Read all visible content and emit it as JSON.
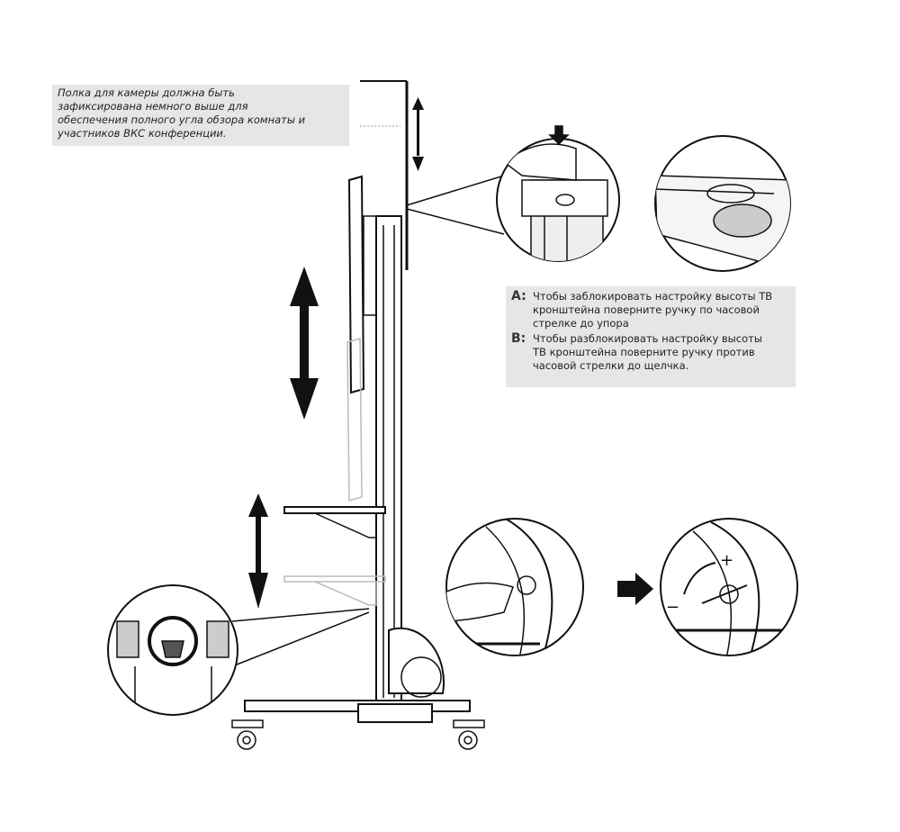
{
  "camera_note": {
    "lines": [
      "Полка для камеры должна быть",
      "зафиксирована немного выше для",
      "обеспечения полного угла обзора комнаты и",
      "участников ВКС конференции."
    ]
  },
  "lock_instructions": [
    {
      "label": "A:",
      "lines": [
        "Чтобы заблокировать настройку высоты ТВ",
        "кронштейна поверните ручку по часовой",
        "стрелке до упора"
      ]
    },
    {
      "label": "B:",
      "lines": [
        "Чтобы разблокировать настройку высоты",
        "ТВ кронштейна поверните ручку против",
        "часовой стрелки до щелчка."
      ]
    }
  ],
  "knob_signs": {
    "plus": "+",
    "minus": "−"
  }
}
